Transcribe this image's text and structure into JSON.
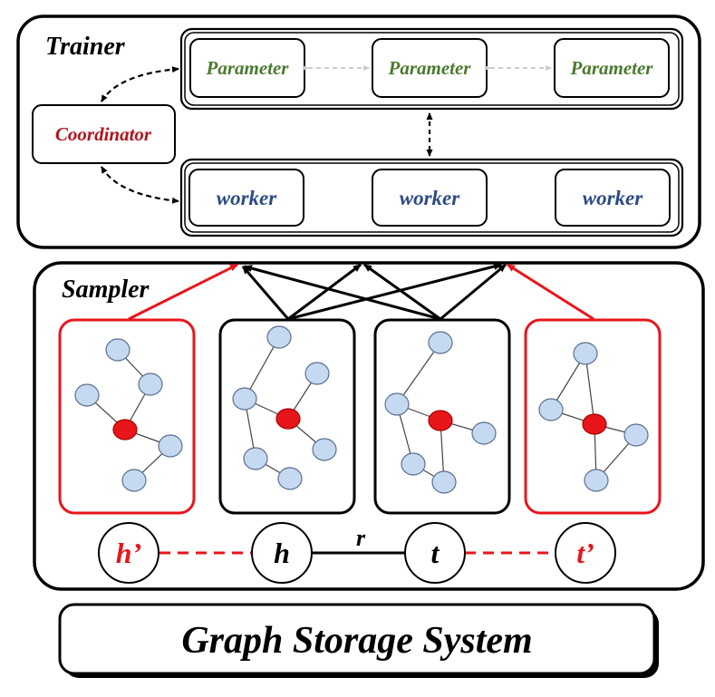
{
  "trainer": {
    "label": "Trainer"
  },
  "coordinator": {
    "label": "Coordinator",
    "color": "#b0151e"
  },
  "parameters": {
    "labels": [
      "Parameter",
      "Parameter",
      "Parameter"
    ],
    "color": "#4a7a2e"
  },
  "workers": {
    "labels": [
      "worker",
      "worker",
      "worker"
    ],
    "color": "#2d4a86"
  },
  "sampler": {
    "label": "Sampler"
  },
  "triple": {
    "h_neg": "h’",
    "h": "h",
    "relation": "r",
    "t": "t",
    "t_neg": "t’",
    "negative_color": "#e8161b"
  },
  "storage": {
    "label": "Graph Storage System"
  },
  "colors": {
    "node_fill": "#c5d9f1",
    "node_stroke": "#5a6f8f",
    "center_node": "#e8161b",
    "negative_border": "#e8161b"
  }
}
